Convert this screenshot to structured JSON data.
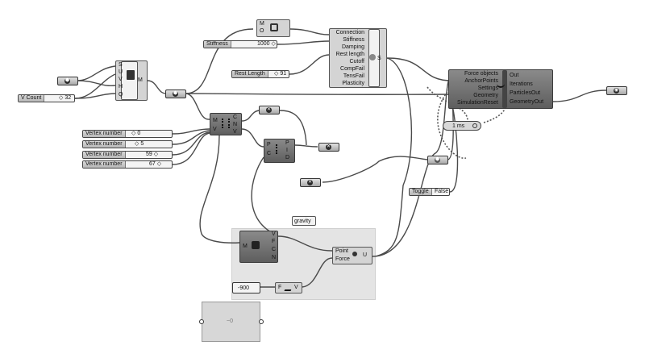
{
  "colors": {
    "wire": "#4a4a4a",
    "wire_dashed": "#555555",
    "component_dark": "#6e6e6e",
    "panel_bg": "#e4e4e4"
  },
  "group": {
    "label": "gravity"
  },
  "icons": {
    "hex_node": "hexagon-icon",
    "x_node": "cross-icon",
    "ok_node": "circle-icon"
  },
  "sliders": {
    "stiffness": {
      "label": "Stiffness",
      "value": "1000 ◇"
    },
    "rest_length": {
      "label": "Rest Length",
      "value": "◇ 91"
    },
    "v_count": {
      "label": "V Count",
      "value": "◇ 32"
    },
    "vertex_1": {
      "label": "Vertex number",
      "value": "◇ 0"
    },
    "vertex_2": {
      "label": "Vertex number",
      "value": "◇ 5"
    },
    "vertex_3": {
      "label": "Vertex number",
      "value": "59 ◇"
    },
    "vertex_4": {
      "label": "Vertex number",
      "value": "67 ◇"
    },
    "negative": {
      "value": "-900"
    }
  },
  "toggle": {
    "label": "Toggle",
    "value": "False"
  },
  "timer": {
    "value": "1 ms"
  },
  "panel": {
    "value": "~0"
  },
  "components": {
    "mesh": {
      "inputs": [
        "S",
        "U",
        "V",
        "H",
        "Q"
      ],
      "output": "M"
    },
    "mo": {
      "top": "M",
      "bottom": "O"
    },
    "springs": {
      "inputs": [
        "Connection",
        "Stiffness",
        "Damping",
        "Rest length",
        "Cutoff",
        "CompFail",
        "TensFail",
        "Plasticity"
      ],
      "output": "S"
    },
    "kangaroo": {
      "inputs": [
        "Force objects",
        "AnchorPoints",
        "Settings",
        "Geometry",
        "SimulationReset"
      ],
      "outputs": [
        "Out",
        "Iterations",
        "ParticlesOut",
        "GeometryOut"
      ]
    },
    "deconstruct_mesh": {
      "inputs": [
        "M",
        "V"
      ],
      "outputs": [
        "C",
        "N",
        "V"
      ]
    },
    "pid": {
      "inputs": [
        "P",
        "C"
      ],
      "outputs": [
        "P",
        "I",
        "D"
      ]
    },
    "vfcn": {
      "input": "M",
      "outputs": [
        "V",
        "F",
        "C",
        "N"
      ]
    },
    "unary": {
      "inputs": [
        "Point",
        "Force"
      ],
      "output": "U"
    },
    "expression": {
      "input": "F",
      "output": "V"
    }
  }
}
